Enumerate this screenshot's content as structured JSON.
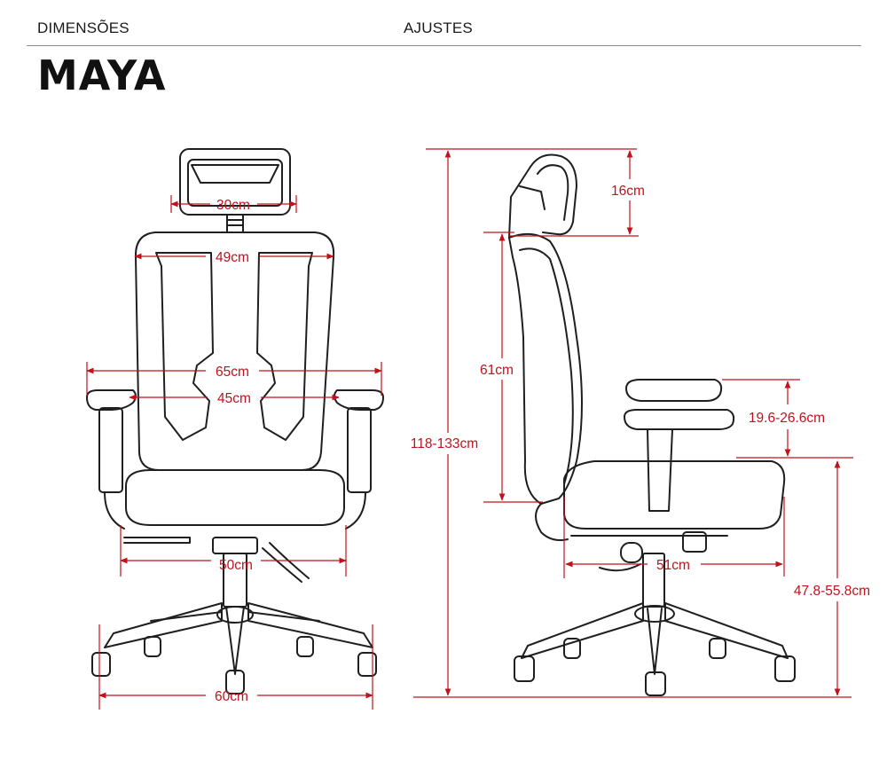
{
  "header": {
    "tabs": [
      {
        "label": "DIMENSÕES"
      },
      {
        "label": "AJUSTES"
      }
    ]
  },
  "title": "MAYA",
  "colors": {
    "outline": "#1f1f1f",
    "dimension": "#c0121c",
    "rule": "#8a8a8a"
  },
  "dimensions": {
    "headrest_width": "30cm",
    "backrest_width": "49cm",
    "armrest_outer_width": "65cm",
    "armrest_inner_width": "45cm",
    "seat_width": "50cm",
    "base_width": "60cm",
    "headrest_height": "16cm",
    "backrest_height": "61cm",
    "total_height": "118-133cm",
    "armrest_height": "19.6-26.6cm",
    "seat_depth": "51cm",
    "seat_height": "47.8-55.8cm"
  }
}
